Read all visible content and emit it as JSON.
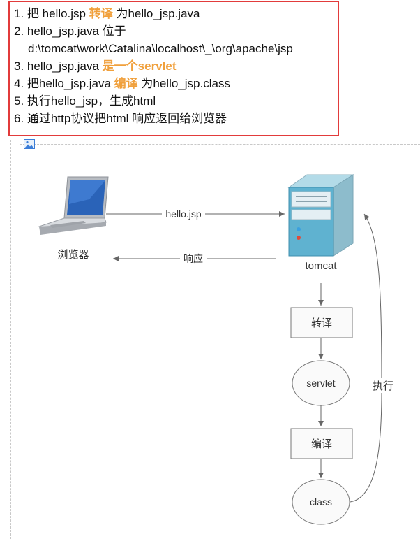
{
  "notes": {
    "line1": {
      "num": "1.",
      "a": "把 hello.jsp ",
      "hl": "转译",
      "b": " 为hello_jsp.java"
    },
    "line2": {
      "num": "2.",
      "a": "hello_jsp.java 位于"
    },
    "line2b": {
      "a": "d:\\tomcat\\work\\Catalina\\localhost\\_\\org\\apache\\jsp"
    },
    "line3": {
      "num": "3.",
      "a": "hello_jsp.java ",
      "hl": "是一个servlet"
    },
    "line4": {
      "num": "4.",
      "a": "把hello_jsp.java  ",
      "hl": "编译",
      "b": " 为hello_jsp.class"
    },
    "line5": {
      "num": "5.",
      "a": "执行hello_jsp，生成html"
    },
    "line6": {
      "num": "6.",
      "a": "通过http协议把html 响应返回给浏览器"
    }
  },
  "diagram": {
    "browser_label": "浏览器",
    "server_label": "tomcat",
    "request_label": "hello.jsp",
    "response_label": "响应",
    "step_translate": "转译",
    "step_servlet": "servlet",
    "step_compile": "编译",
    "step_class": "class",
    "execute_label": "执行"
  },
  "icons": [
    "image-placeholder-icon",
    "laptop-icon",
    "server-icon"
  ],
  "colors": {
    "highlight": "#f0a03c",
    "border": "#e23b3b",
    "line": "#666666"
  }
}
